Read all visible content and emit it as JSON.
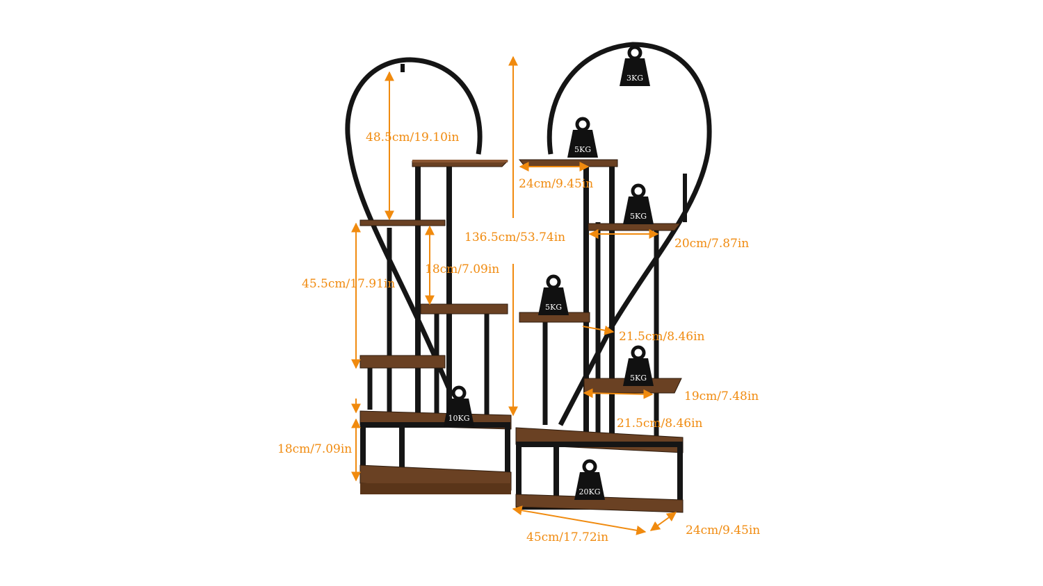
{
  "colors": {
    "accent": "#f08a0e",
    "frame": "#151515",
    "wood": "#6a4123",
    "weight": "#111111"
  },
  "dimensions": {
    "arch_height": "48.5cm/19.10in",
    "total_height": "136.5cm/53.74in",
    "left_middle_span": "45.5cm/17.91in",
    "left_shelf_gap": "18cm/7.09in",
    "left_base_height": "18cm/7.09in",
    "top_shelf_width": "24cm/9.45in",
    "shelf2_width": "20cm/7.87in",
    "shelf3_width": "21.5cm/8.46in",
    "shelf4_width": "19cm/7.48in",
    "shelf5_width": "21.5cm/8.46in",
    "base_length": "45cm/17.72in",
    "base_depth": "24cm/9.45in"
  },
  "weights": {
    "top_arch": "3KG",
    "top_shelf": "5KG",
    "shelf2": "5KG",
    "shelf3": "5KG",
    "shelf4": "5KG",
    "left_unit": "10KG",
    "base": "20KG"
  }
}
